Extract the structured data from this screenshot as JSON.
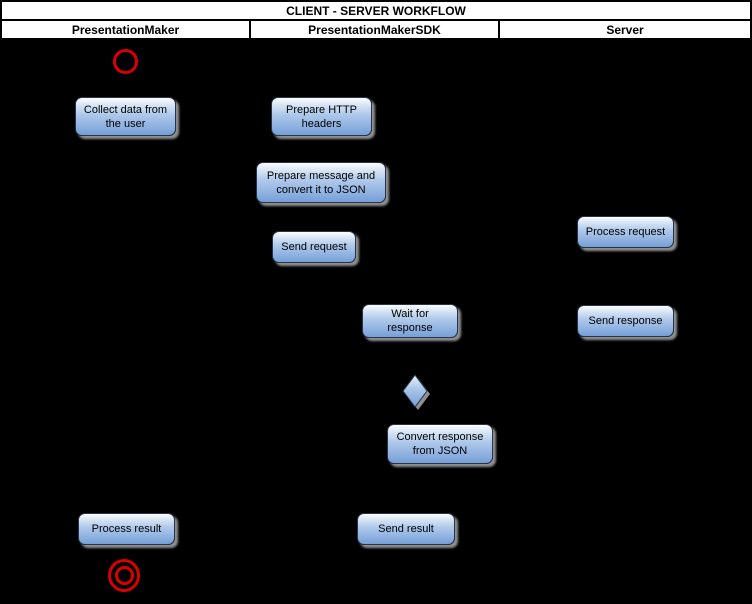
{
  "header": {
    "title": "CLIENT - SERVER WORKFLOW",
    "lanes": [
      {
        "label": "PresentationMaker"
      },
      {
        "label": "PresentationMakerSDK"
      },
      {
        "label": "Server"
      }
    ]
  },
  "nodes": {
    "collect_data": {
      "label": "Collect data from the user",
      "lane": "PresentationMaker"
    },
    "prepare_headers": {
      "label": "Prepare HTTP headers",
      "lane": "PresentationMakerSDK"
    },
    "prepare_message": {
      "label": "Prepare message and convert it to JSON",
      "lane": "PresentationMakerSDK"
    },
    "send_request": {
      "label": "Send request",
      "lane": "PresentationMakerSDK"
    },
    "process_request": {
      "label": "Process request",
      "lane": "Server"
    },
    "wait_response": {
      "label": "Wait for response",
      "lane": "PresentationMakerSDK"
    },
    "send_response": {
      "label": "Send response",
      "lane": "Server"
    },
    "convert_response": {
      "label": "Convert response from JSON",
      "lane": "PresentationMakerSDK"
    },
    "send_result": {
      "label": "Send result",
      "lane": "PresentationMakerSDK"
    },
    "process_result": {
      "label": "Process result",
      "lane": "PresentationMaker"
    }
  },
  "symbols": {
    "start_node": "initial-state-circle",
    "end_node": "final-state-double-circle",
    "decision_node": "decision-diamond"
  },
  "colors": {
    "background": "#000000",
    "header_bg": "#ffffff",
    "header_border": "#000000",
    "node_fill_top": "#fdfeff",
    "node_fill_bottom": "#759fd6",
    "node_border": "#26334a",
    "node_shadow": "#9e9e9e",
    "start_end_red": "#d90000",
    "text": "#000000"
  }
}
